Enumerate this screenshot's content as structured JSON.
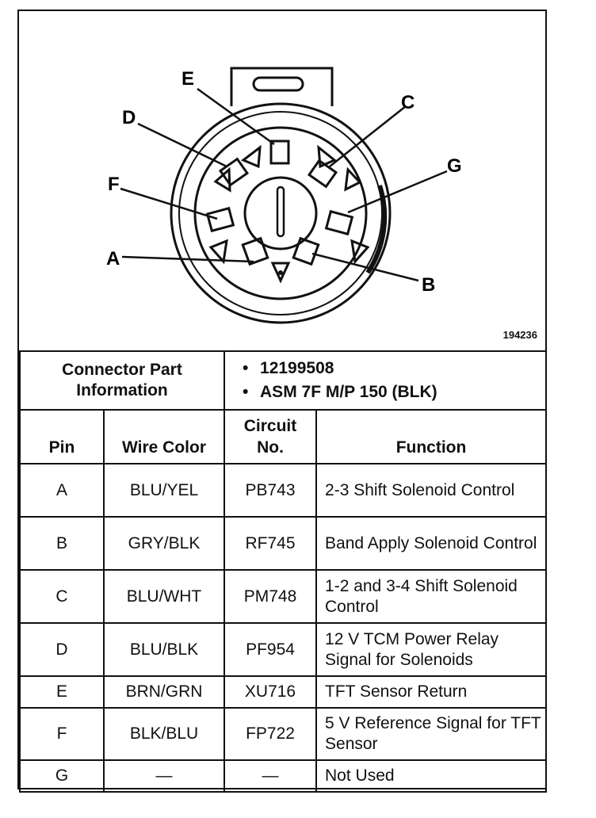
{
  "figure_number": "194236",
  "pin_labels": [
    "E",
    "D",
    "C",
    "G",
    "F",
    "A",
    "B"
  ],
  "connector_info_label": "Connector Part Information",
  "part_numbers": [
    "12199508",
    "ASM 7F M/P 150 (BLK)"
  ],
  "columns": {
    "pin": "Pin",
    "wire_color": "Wire Color",
    "circuit_no": "Circuit No.",
    "function": "Function"
  },
  "rows": [
    {
      "pin": "A",
      "wire": "BLU/YEL",
      "circuit": "PB743",
      "function": "2-3 Shift Solenoid Control"
    },
    {
      "pin": "B",
      "wire": "GRY/BLK",
      "circuit": "RF745",
      "function": "Band Apply Solenoid Control"
    },
    {
      "pin": "C",
      "wire": "BLU/WHT",
      "circuit": "PM748",
      "function": "1-2 and 3-4 Shift Solenoid Control"
    },
    {
      "pin": "D",
      "wire": "BLU/BLK",
      "circuit": "PF954",
      "function": "12 V TCM Power Relay Signal for Solenoids"
    },
    {
      "pin": "E",
      "wire": "BRN/GRN",
      "circuit": "XU716",
      "function": "TFT Sensor Return"
    },
    {
      "pin": "F",
      "wire": "BLK/BLU",
      "circuit": "FP722",
      "function": "5 V Reference Signal for TFT Sensor"
    },
    {
      "pin": "G",
      "wire": "—",
      "circuit": "—",
      "function": "Not Used"
    }
  ]
}
